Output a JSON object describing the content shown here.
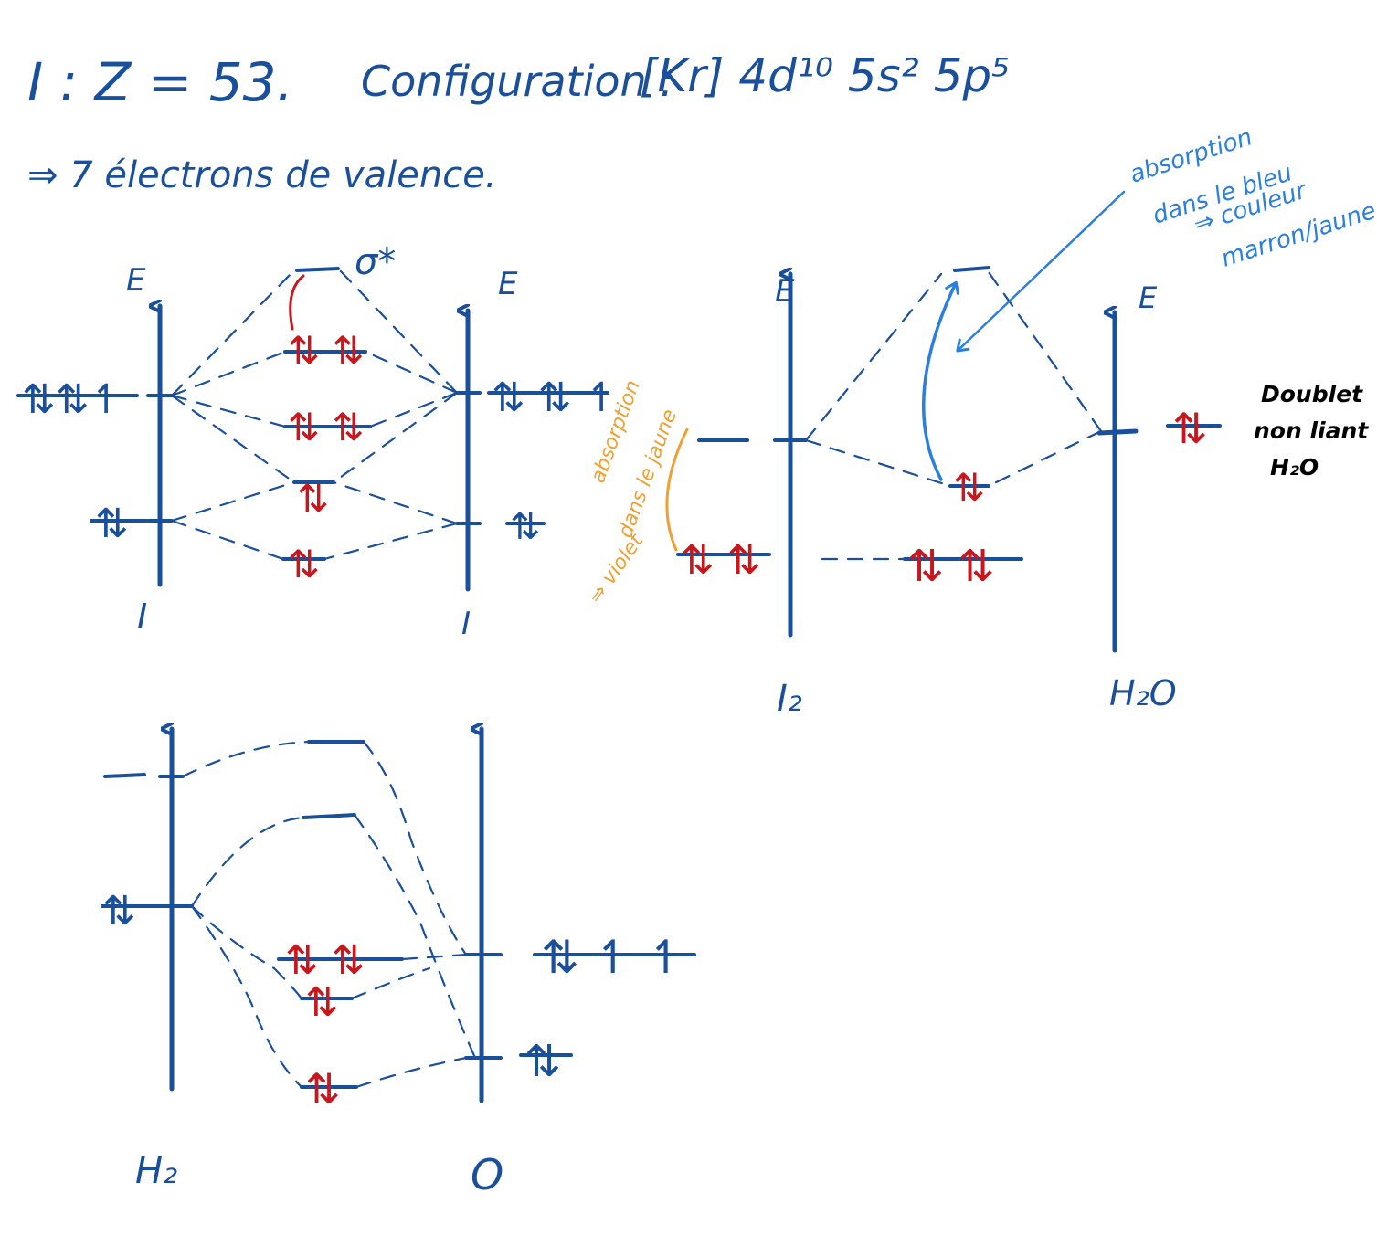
{
  "colors": {
    "ink_blue": "#1a4f9c",
    "ink_red": "#c8171c",
    "ink_orange": "#f0a030",
    "ink_light_blue": "#2a7fe0",
    "ink_black": "#000000"
  },
  "header": {
    "line1_prefix": "I : Z = 53.",
    "line1_config_label": "Configuration :",
    "line1_config": "[Kr] 4d¹⁰ 5s² 5p⁵",
    "line2": "⇒ 7 électrons de valence."
  },
  "diagram_i2": {
    "left_axis_top": "E",
    "left_axis_bottom": "I",
    "right_axis_top": "E",
    "right_axis_bottom": "I",
    "sigma_star": "σ*",
    "left_p_electrons": "⇅⇅↿",
    "left_s_electrons": "⇅",
    "right_p_electrons": "⇅ ⇅ ↿",
    "right_s_electrons": "⇅",
    "mo_pi_star": "⇅ ⇅",
    "mo_pi": "⇅ ⇅",
    "mo_sigma_p": "⇅",
    "mo_sigma_s": "⇅"
  },
  "diagram_i2_h2o": {
    "axis_e_left": "E",
    "axis_e_right": "E",
    "label_i2": "I₂",
    "label_h2o": "H₂O",
    "i2_levels": "⇅ ⇅",
    "complex_levels": "⇅ ⇅",
    "complex_homo": "⇅",
    "h2o_lone_pair": "⇅",
    "note_lone_pair": [
      "Doublet",
      "non liant",
      "H₂O"
    ],
    "note_blue": [
      "absorption",
      "dans le bleu",
      "⇒ couleur",
      "marron/jaune"
    ],
    "note_orange": [
      "absorption",
      "dans le jaune",
      "⇒ violet"
    ]
  },
  "diagram_h2o": {
    "label_h2": "H₂",
    "label_o": "O",
    "h_electrons": "⇅",
    "o_p_electrons": "⇅ ↿ ↿",
    "o_s_electrons": "⇅",
    "mo_nonbonding": "⇅ ⇅",
    "mo_mid": "⇅",
    "mo_low": "⇅"
  }
}
